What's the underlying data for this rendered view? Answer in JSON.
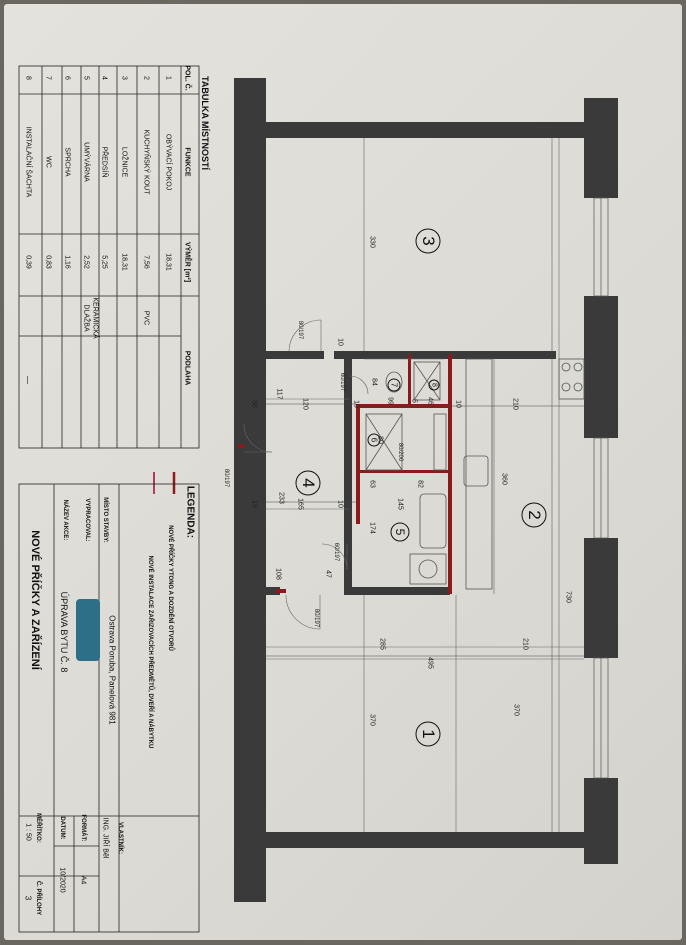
{
  "table": {
    "title": "TABULKA MÍSTNOSTÍ",
    "headers": [
      "POL. Č.",
      "FUNKCE",
      "VÝMĚR [m²]",
      "PODLAHA"
    ],
    "rows": [
      {
        "num": "1",
        "function": "OBÝVACÍ POKOJ",
        "area": "18,31"
      },
      {
        "num": "2",
        "function": "KUCHYŇSKÝ KOUT",
        "area": "7,56"
      },
      {
        "num": "3",
        "function": "LOŽNICE",
        "area": "18,31"
      },
      {
        "num": "4",
        "function": "PŘEDSÍŇ",
        "area": "5,25"
      },
      {
        "num": "5",
        "function": "UMÝVÁRNA",
        "area": "2,52"
      },
      {
        "num": "6",
        "function": "SPRCHA",
        "area": "1,16"
      },
      {
        "num": "7",
        "function": "WC",
        "area": "0,83"
      },
      {
        "num": "8",
        "function": "INSTALAČNÍ ŠACHTA",
        "area": "0,39"
      }
    ],
    "floor_pvc": "PVC",
    "floor_tile_1": "KERAMICKÁ",
    "floor_tile_2": "DLAŽBA",
    "floor_dash": "—"
  },
  "legend": {
    "title": "LEGENDA:",
    "item1": "NOVÉ PŘÍČKY YTONG A DOZDĚNÍ OTVORŮ",
    "item2": "NOVÉ INSTALACE ZAŘIZOVACÍCH PŘEDMĚTŮ, DVEŘÍ A NÁBYTKU",
    "item1_color": "#8b1a1a",
    "item2_color": "#b03a5a"
  },
  "titleblock": {
    "site_label": "MÍSTO STAVBY:",
    "site_value": "Ostrava Poruba, Panelová 981",
    "author_label": "VYPRACOVAL:",
    "action_label": "NÁZEV AKCE:",
    "action_value": "ÚPRAVA BYTU Č. 8",
    "owner_label": "VLASTNÍK:",
    "owner_value": "ING. JIŘÍ Běl",
    "format_label": "FORMÁT:",
    "format_value": "A4",
    "date_label": "DATUM:",
    "date_value": "10/2020",
    "scale_label": "MĚŘÍTKO:",
    "scale_value": "1 : 50",
    "appendix_label": "Č. PŘÍLOHY",
    "appendix_value": "3",
    "drawing_title": "NOVÉ PŘÍČKY A ZAŘÍZENÍ"
  },
  "plan": {
    "rooms": [
      "1",
      "2",
      "3",
      "4",
      "5",
      "6",
      "7",
      "8"
    ],
    "dims": {
      "d330": "330",
      "d370a": "370",
      "d370b": "370",
      "d730": "730",
      "d360": "360",
      "d495": "495",
      "d285": "285",
      "d210a": "210",
      "d210b": "210",
      "d120": "120",
      "d117": "117",
      "d58": "58",
      "d99": "99",
      "d46": "46",
      "d10a": "10",
      "d10b": "10",
      "d10c": "10",
      "d10d": "10",
      "d5": "5",
      "d233": "233",
      "d165": "165",
      "d15": "15",
      "d145": "145",
      "d63": "63",
      "d82": "82",
      "d174": "174",
      "d108": "108",
      "d47": "47",
      "d84": "84",
      "d80": "80"
    },
    "doors": {
      "d_top": "80/197",
      "d_left": "80/197",
      "d_wc": "60/197",
      "d_bath": "60/197",
      "d_bottom": "80/197",
      "d_sh": "80/200"
    }
  }
}
